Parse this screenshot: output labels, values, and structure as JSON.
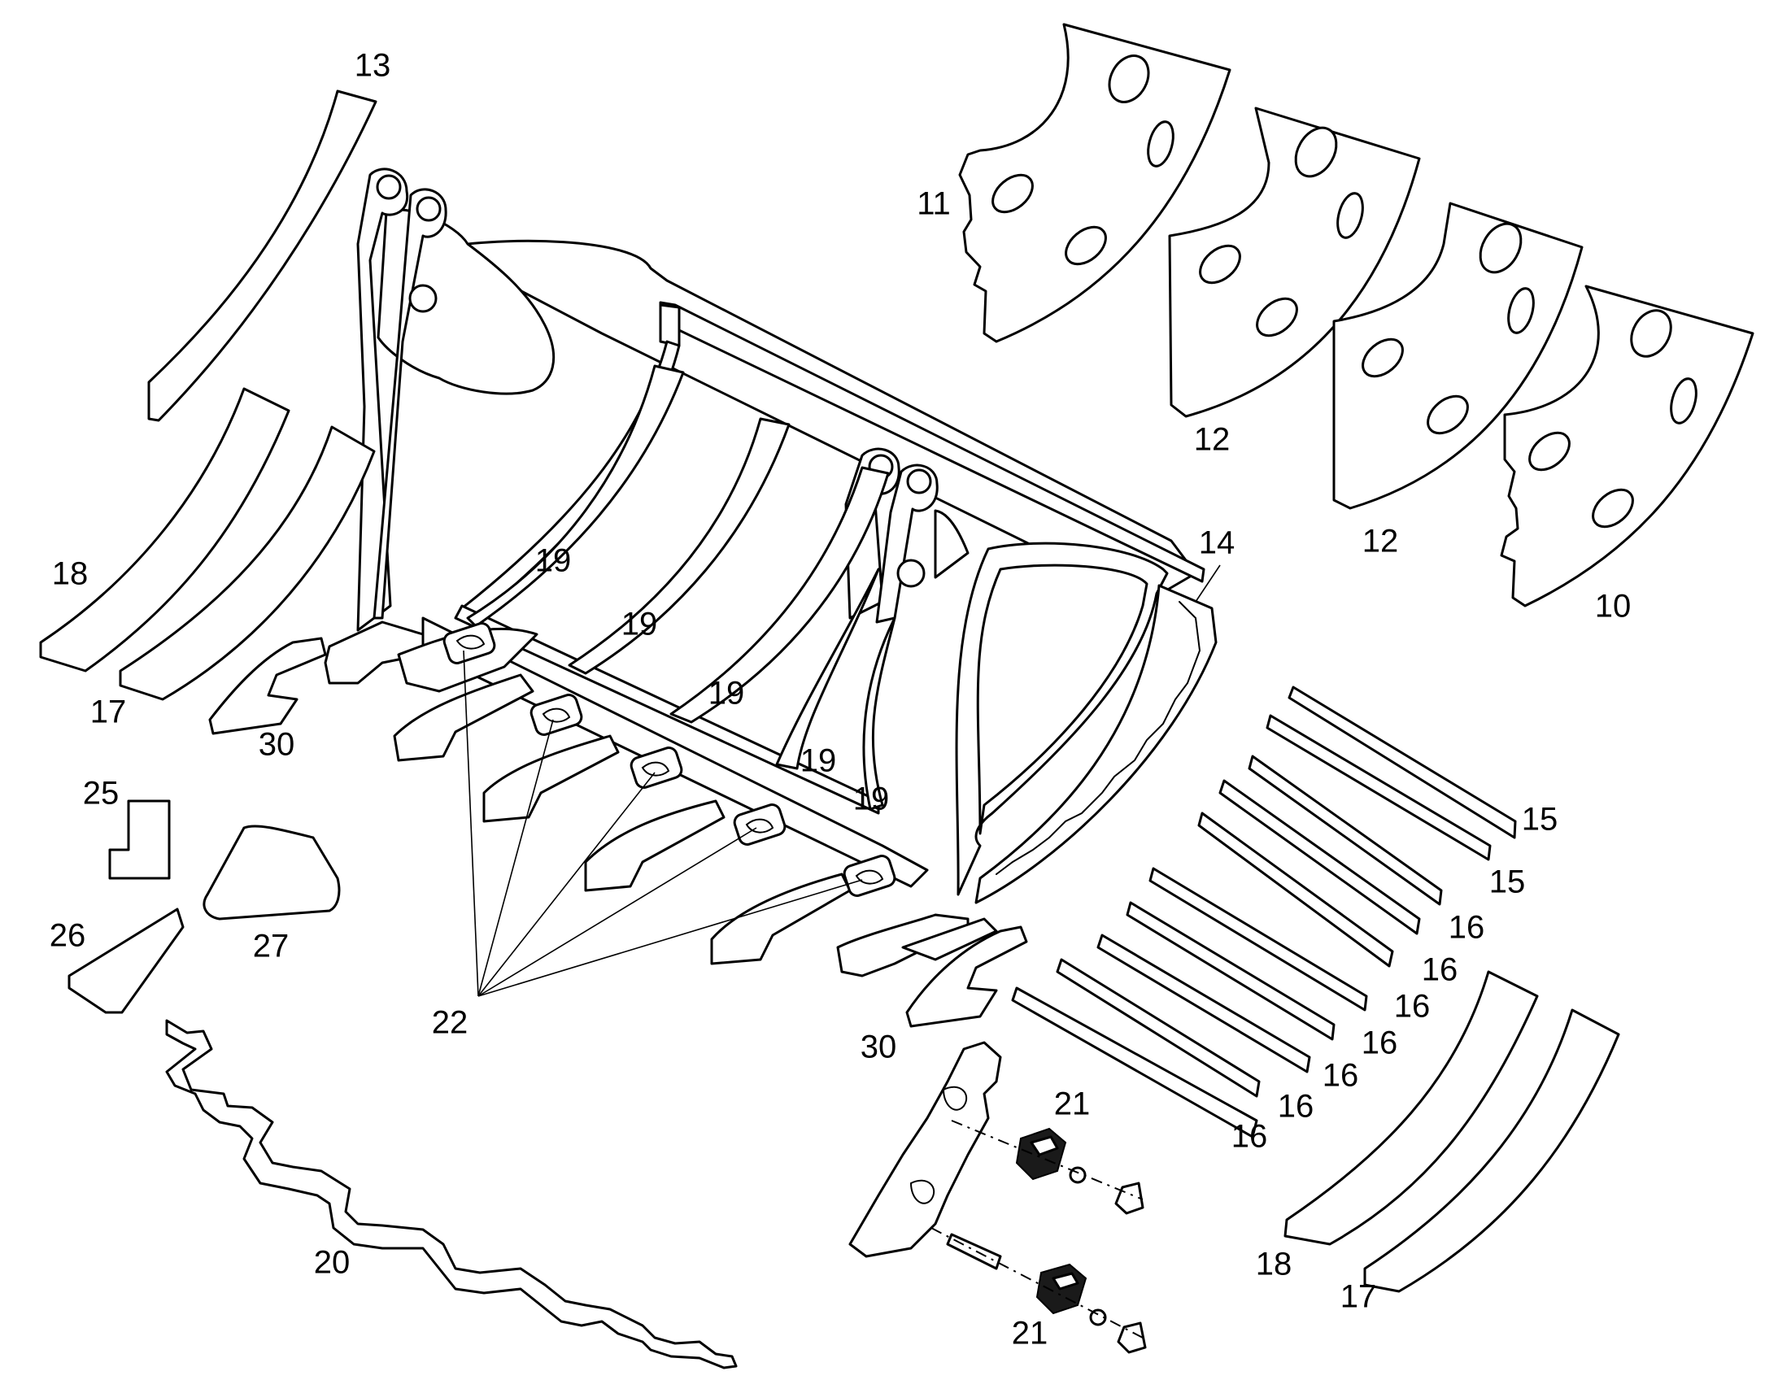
{
  "callouts": {
    "c13": "13",
    "c11": "11",
    "c12a": "12",
    "c12b": "12",
    "c10": "10",
    "c14": "14",
    "c18a": "18",
    "c17a": "17",
    "c30a": "30",
    "c25": "25",
    "c26": "26",
    "c27": "27",
    "c19a": "19",
    "c19b": "19",
    "c19c": "19",
    "c19d": "19",
    "c19e": "19",
    "c22": "22",
    "c20": "20",
    "c30b": "30",
    "c21a": "21",
    "c21b": "21",
    "c15a": "15",
    "c15b": "15",
    "c16a": "16",
    "c16b": "16",
    "c16c": "16",
    "c16d": "16",
    "c16e": "16",
    "c16f": "16",
    "c16g": "16",
    "c18b": "18",
    "c17b": "17"
  }
}
